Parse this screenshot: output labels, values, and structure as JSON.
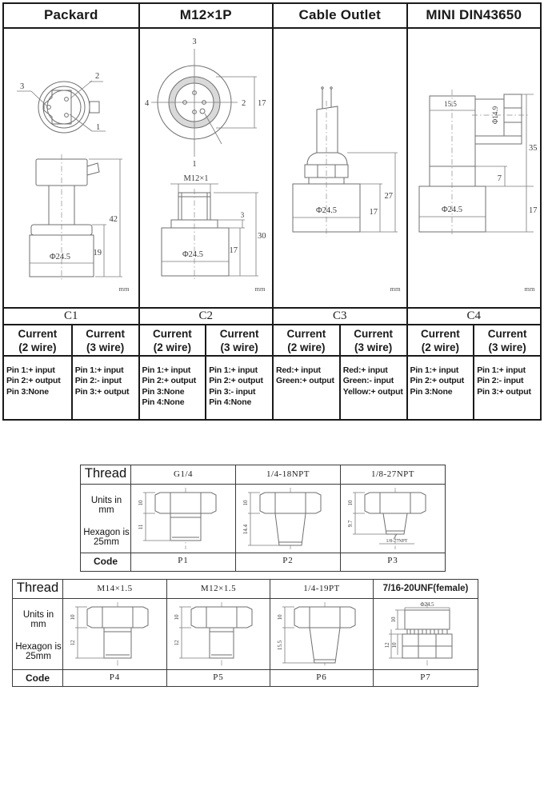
{
  "header": {
    "columns": [
      "Packard",
      "M12×1P",
      "Cable Outlet",
      "MINI DIN43650"
    ]
  },
  "drawings": {
    "unit": "mm",
    "packard": {
      "pin1": "1",
      "pin2": "2",
      "pin3": "3",
      "dim_total": "42",
      "dim_body": "19",
      "dia": "Φ24.5"
    },
    "m12": {
      "pin1": "1",
      "pin2": "2",
      "pin3": "3",
      "pin4": "4",
      "dim_face": "17",
      "thread_label": "M12×1",
      "dim_step": "3",
      "dim_height": "30",
      "dim_body": "17",
      "dia": "Φ24.5"
    },
    "cable": {
      "dim_height": "27",
      "dim_body": "17",
      "dia": "Φ24.5"
    },
    "din": {
      "dim_top": "15.5",
      "dia_conn": "Φ14.9",
      "dim_height": "35",
      "dim_step": "7",
      "dim_body": "17",
      "dia": "Φ24.5"
    }
  },
  "wiring": {
    "codes": [
      "C1",
      "C2",
      "C3",
      "C4"
    ],
    "title": "Current",
    "two_wire": "(2 wire)",
    "three_wire": "(3 wire)",
    "groups": [
      {
        "two": [
          "Pin 1:+ input",
          "Pin 2:+ output",
          "Pin 3:None"
        ],
        "three": [
          "Pin 1:+ input",
          "Pin 2:- input",
          "Pin 3:+ output"
        ]
      },
      {
        "two": [
          "Pin 1:+ input",
          "Pin 2:+ output",
          "Pin 3:None",
          "Pin 4:None"
        ],
        "three": [
          "Pin 1:+ input",
          "Pin 2:+ output",
          "Pin 3:- input",
          "Pin 4:None"
        ]
      },
      {
        "two": [
          "Red:+ input",
          "Green:+ output"
        ],
        "three": [
          "Red:+ input",
          "Green:- input",
          "Yellow:+ output"
        ]
      },
      {
        "two": [
          "Pin 1:+ input",
          "Pin 2:+ output",
          "Pin 3:None"
        ],
        "three": [
          "Pin 1:+ input",
          "Pin 2:- input",
          "Pin 3:+ output"
        ]
      }
    ]
  },
  "thread_tables": [
    {
      "title": "Thread",
      "note1": "Units in mm",
      "note2": "Hexagon is",
      "note3": "25mm",
      "code_label": "Code",
      "columns": [
        {
          "thread": "G1/4",
          "code": "P1",
          "dim_head": "10",
          "dim_thread": "11"
        },
        {
          "thread": "1/4-18NPT",
          "code": "P2",
          "dim_head": "10",
          "dim_thread": "14.4"
        },
        {
          "thread": "1/8-27NPT",
          "code": "P3",
          "dim_head": "10",
          "dim_thread": "9.7",
          "note": "1/8-27NPT"
        }
      ]
    },
    {
      "title": "Thread",
      "note1": "Units in mm",
      "note2": "Hexagon is",
      "note3": "25mm",
      "code_label": "Code",
      "columns": [
        {
          "thread": "M14×1.5",
          "code": "P4",
          "dim_head": "10",
          "dim_thread": "12"
        },
        {
          "thread": "M12×1.5",
          "code": "P5",
          "dim_head": "10",
          "dim_thread": "12"
        },
        {
          "thread": "1/4-19PT",
          "code": "P6",
          "dim_head": "10",
          "dim_thread": "15.5"
        },
        {
          "thread": "7/16-20UNF(female)",
          "code": "P7",
          "dia": "Φ24.5",
          "dim_body": "10",
          "dim_nut_outer": "12",
          "dim_nut_inner": "10"
        }
      ]
    }
  ]
}
